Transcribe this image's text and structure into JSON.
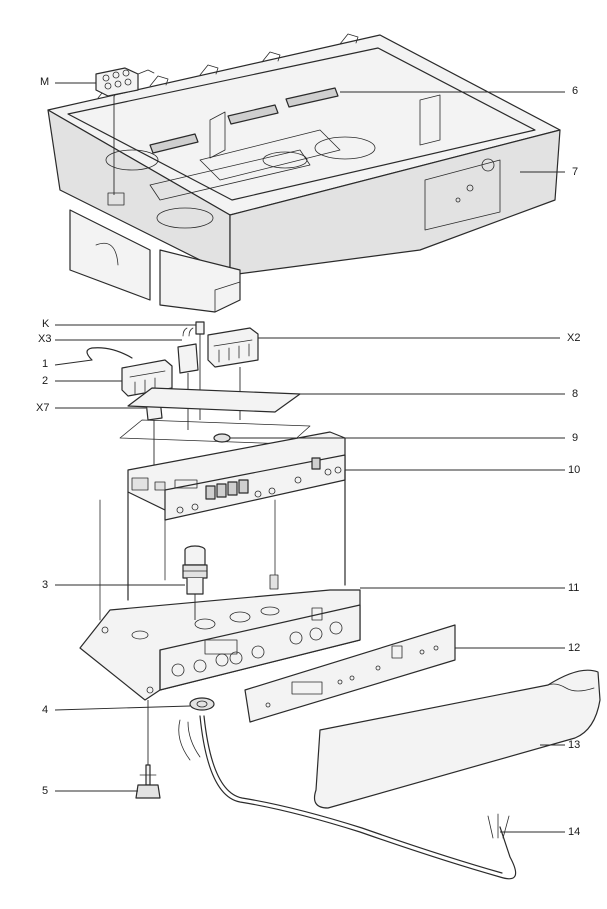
{
  "labels": {
    "M": "M",
    "K": "K",
    "X3": "X3",
    "X2": "X2",
    "X7": "X7",
    "p1": "1",
    "p2": "2",
    "p3": "3",
    "p4": "4",
    "p5": "5",
    "p6": "6",
    "p7": "7",
    "p8": "8",
    "p9": "9",
    "p10": "10",
    "p11": "11",
    "p12": "12",
    "p13": "13",
    "p14": "14"
  }
}
